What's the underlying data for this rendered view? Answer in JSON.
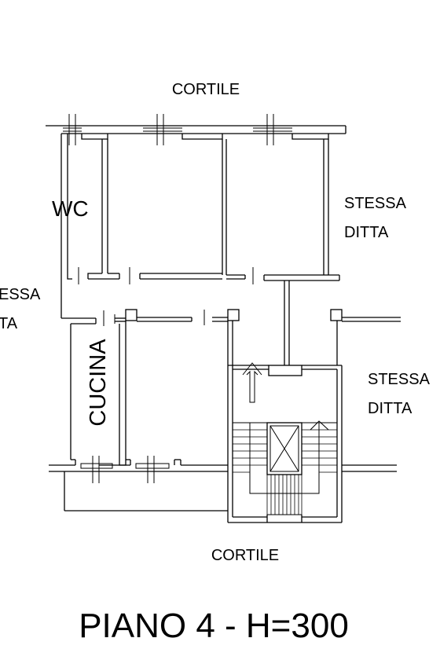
{
  "labels": {
    "cortile_top": "CORTILE",
    "cortile_bottom": "CORTILE",
    "wc": "WC",
    "cucina": "CUCINA",
    "stessa_ditta_right_top_1": "STESSA",
    "stessa_ditta_right_top_2": "DITTA",
    "stessa_ditta_right_mid_1": "STESSA",
    "stessa_ditta_right_mid_2": "DITTA",
    "stessa_ditta_left_1": "ESSA",
    "stessa_ditta_left_2": "TA"
  },
  "footer": {
    "title": "PIANO 4 - H=300"
  }
}
